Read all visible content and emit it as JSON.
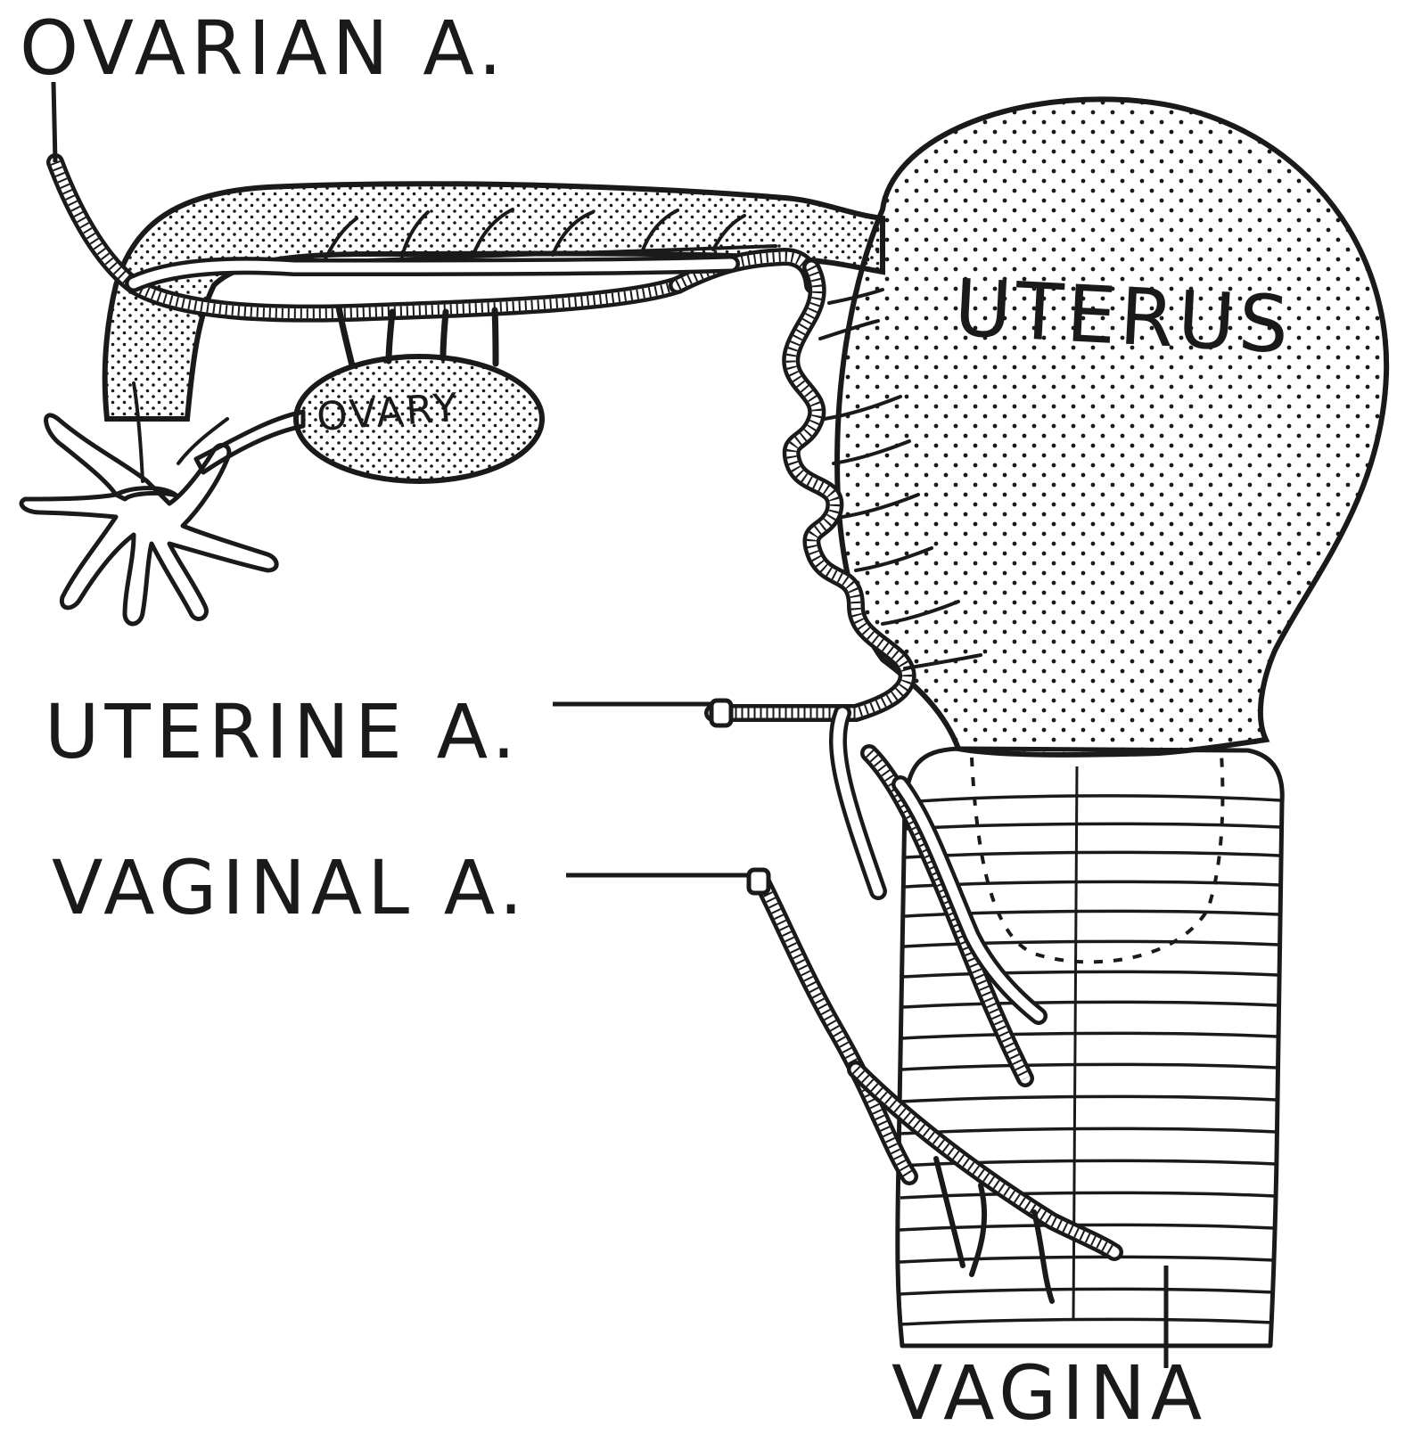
{
  "labels": {
    "ovarian_artery": "OVARIAN A.",
    "uterus": "UTERUS",
    "ovary": "OVARY",
    "uterine_artery": "UTERINE A.",
    "vaginal_artery": "VAGINAL A.",
    "vagina": "VAGINA"
  },
  "colors": {
    "ink": "#1a1a1a",
    "background": "#ffffff"
  }
}
